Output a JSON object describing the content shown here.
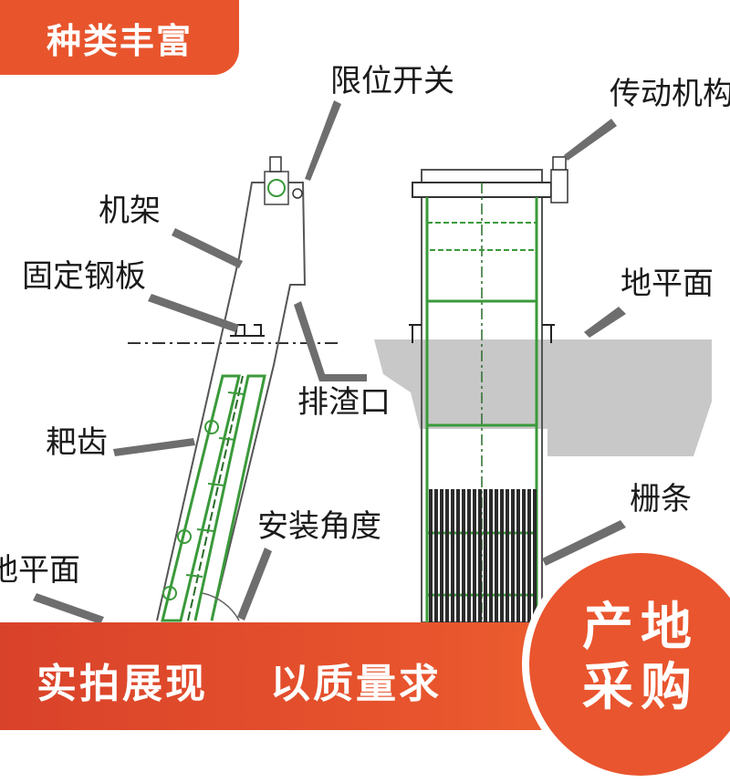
{
  "badge": {
    "text": "种类丰富"
  },
  "labels": {
    "limit_switch": "限位开关",
    "drive": "传动机构",
    "frame": "机架",
    "fixed_plate": "固定钢板",
    "ground_right": "地平面",
    "discharge": "排渣口",
    "rake": "耙齿",
    "grid_bars": "栅条",
    "install_angle": "安装角度",
    "ground_left": "地平面"
  },
  "bottom": {
    "left_text": "实拍展现",
    "middle_text": "以质量求",
    "circle_line1": "产地",
    "circle_line2": "采购"
  },
  "colors": {
    "accent": "#e8552d",
    "rake_green": "#3a9a3a",
    "leader_grey": "#6e6e6e",
    "ground_grey": "#c8c8c8"
  }
}
